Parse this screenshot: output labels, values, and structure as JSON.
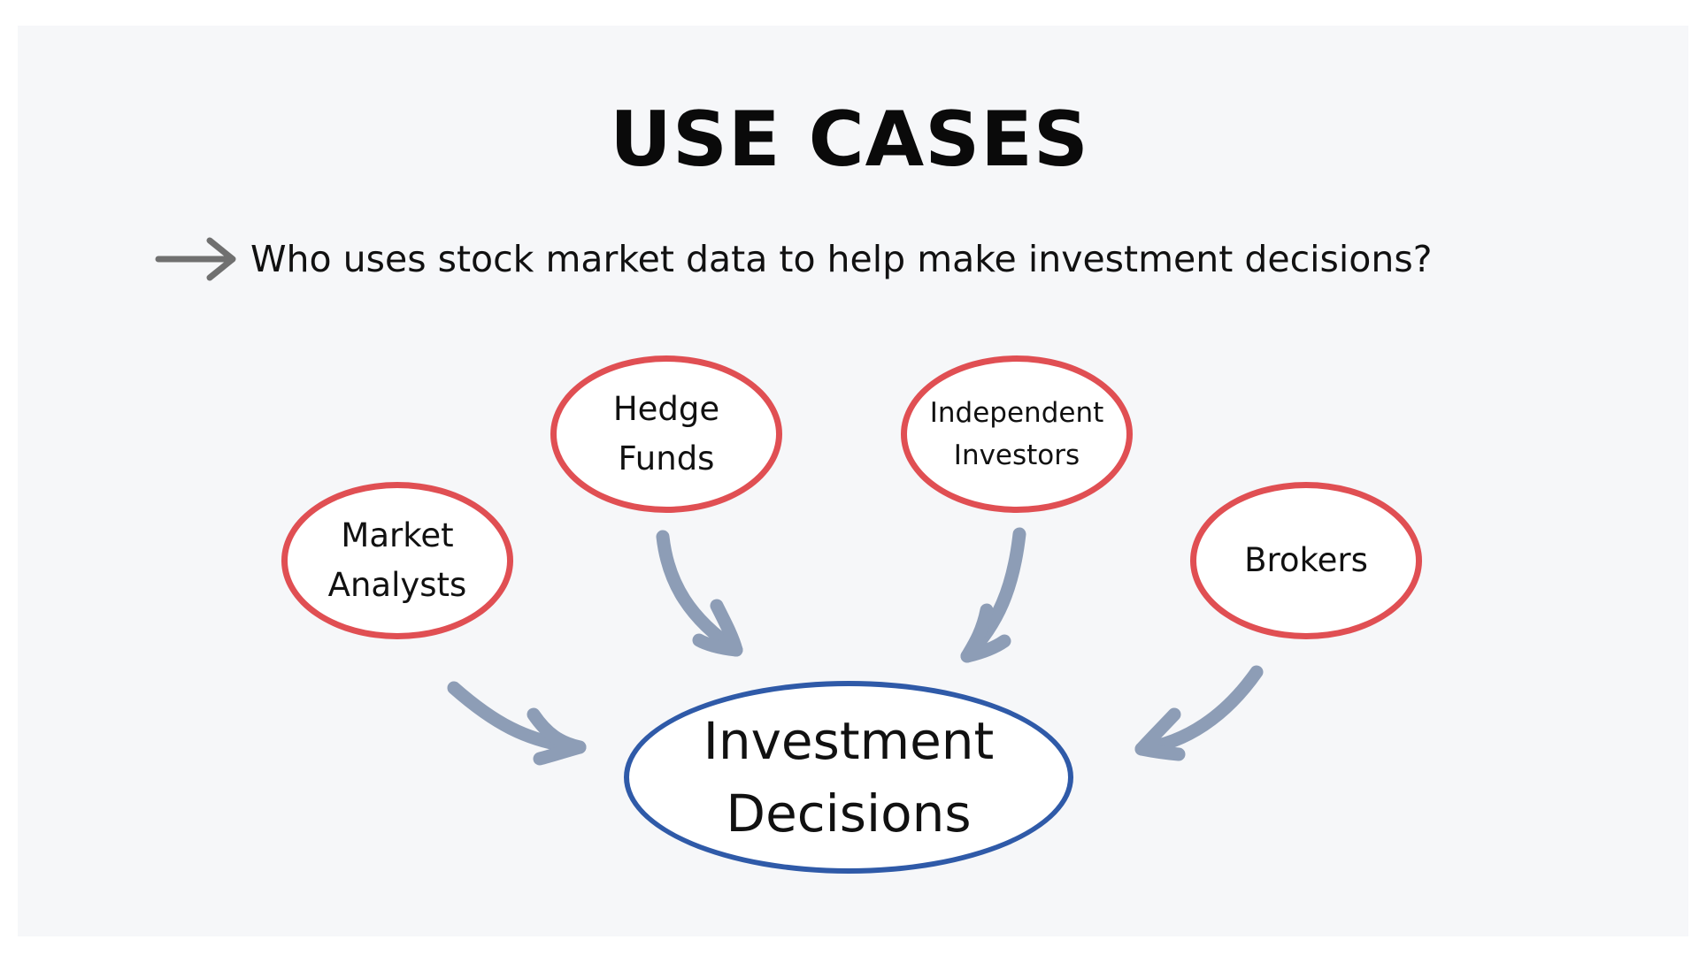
{
  "slide": {
    "title": "USE CASES",
    "question": "Who uses stock market data to help make  investment decisions?",
    "question_icon": "right-arrow-icon",
    "colors": {
      "background": "#f6f7f9",
      "source_node_border": "#e04f53",
      "center_node_border": "#2f5aa8",
      "connector_arrow": "#8d9db6",
      "question_arrow": "#707070"
    }
  },
  "diagram": {
    "sources": [
      {
        "id": "market-analysts",
        "lines": [
          "Market",
          "Analysts"
        ]
      },
      {
        "id": "hedge-funds",
        "lines": [
          "Hedge",
          "Funds"
        ]
      },
      {
        "id": "independent-investors",
        "lines": [
          "Independent",
          "Investors"
        ]
      },
      {
        "id": "brokers",
        "lines": [
          "Brokers"
        ]
      }
    ],
    "target": {
      "id": "investment-decisions",
      "lines": [
        "Investment",
        "Decisions"
      ]
    },
    "edges": [
      {
        "from": "market-analysts",
        "to": "investment-decisions"
      },
      {
        "from": "hedge-funds",
        "to": "investment-decisions"
      },
      {
        "from": "independent-investors",
        "to": "investment-decisions"
      },
      {
        "from": "brokers",
        "to": "investment-decisions"
      }
    ]
  }
}
